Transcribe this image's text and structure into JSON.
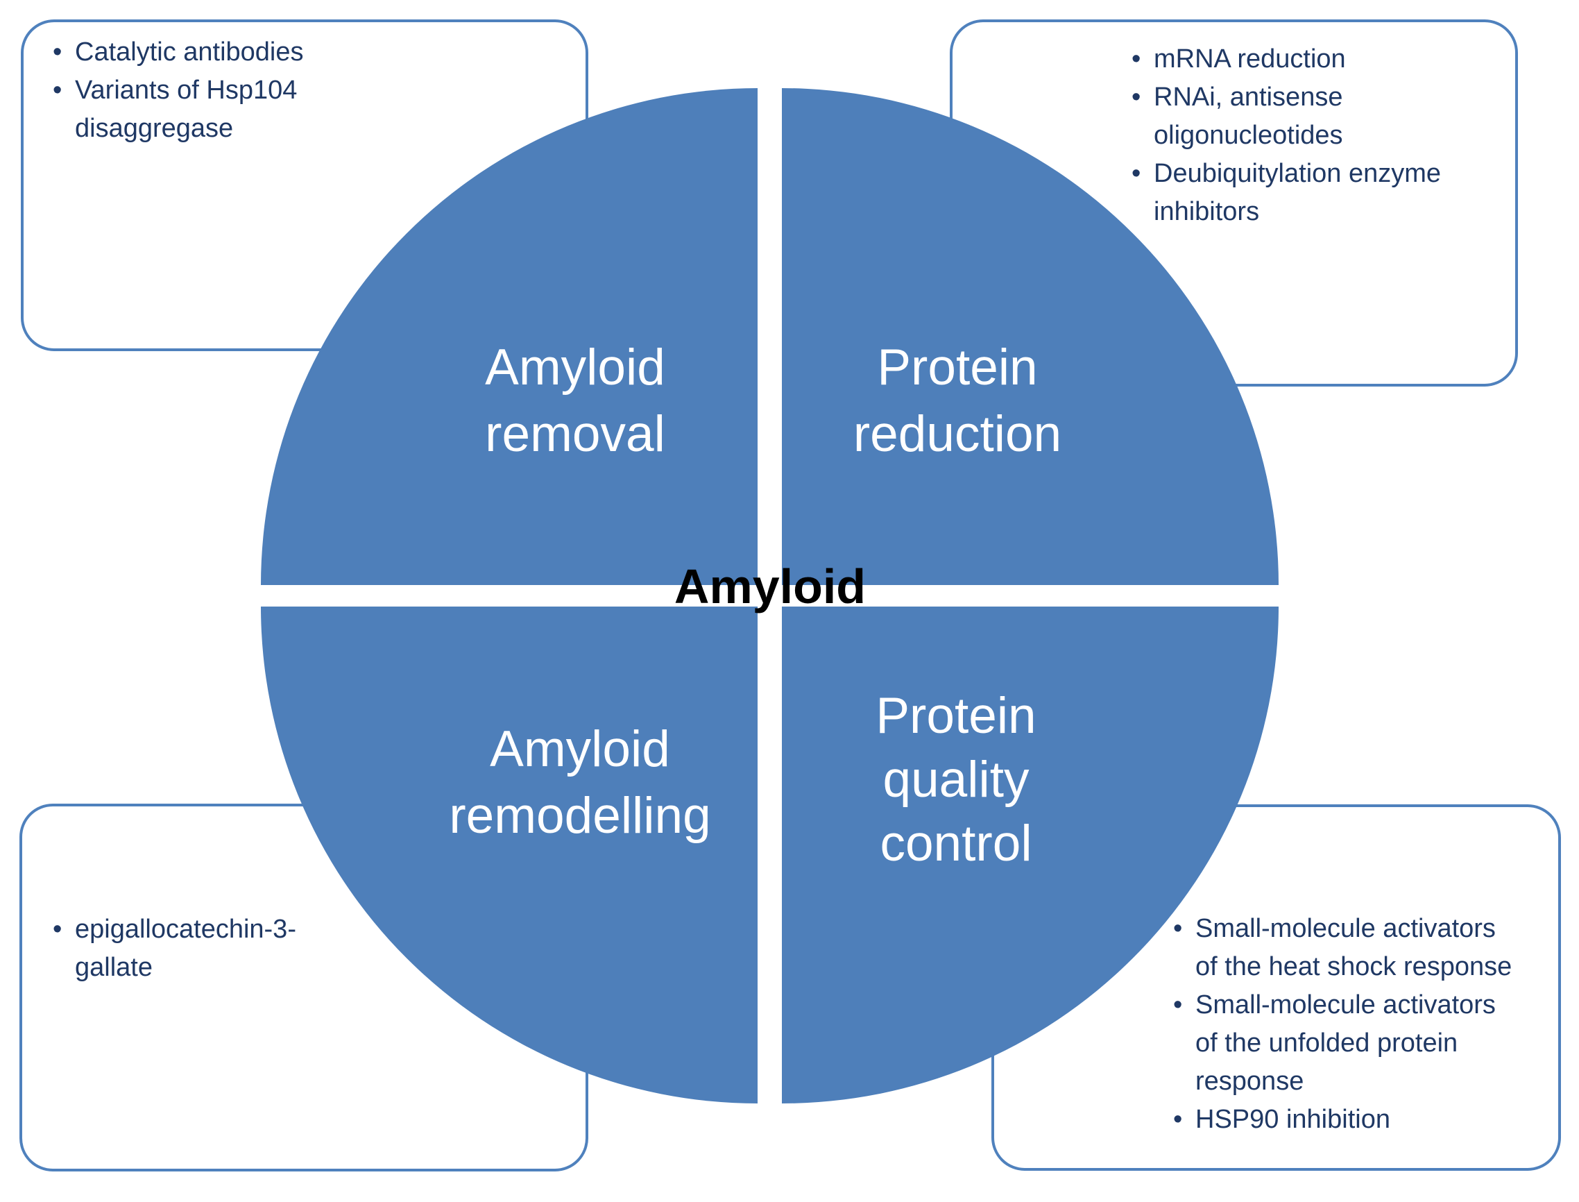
{
  "circle": {
    "center_label": "Amyloid",
    "quadrants": {
      "top_left": "Amyloid\nremoval",
      "top_right": "Protein\nreduction",
      "bottom_left": "Amyloid\nremodelling",
      "bottom_right": "Protein\nquality\ncontrol"
    }
  },
  "boxes": {
    "top_left": {
      "items": [
        "Catalytic antibodies",
        "Variants of Hsp104 disaggregase"
      ]
    },
    "top_right": {
      "items": [
        "mRNA reduction",
        "RNAi, antisense oligonucleotides",
        "Deubiquitylation enzyme inhibitors"
      ]
    },
    "bottom_left": {
      "items": [
        "epigallocatechin-3-gallate"
      ]
    },
    "bottom_right": {
      "items": [
        "Small-molecule activators of the heat shock response",
        "Small-molecule activators of the unfolded protein response",
        "HSP90 inhibition"
      ]
    }
  },
  "colors": {
    "background": "#ffffff",
    "quadrant_fill": "#4e7fba",
    "box_border": "#4f81bd",
    "box_background": "#ffffff",
    "bullet_text": "#1f3864",
    "quadrant_label_text": "#ffffff",
    "center_label_text": "#000000"
  }
}
